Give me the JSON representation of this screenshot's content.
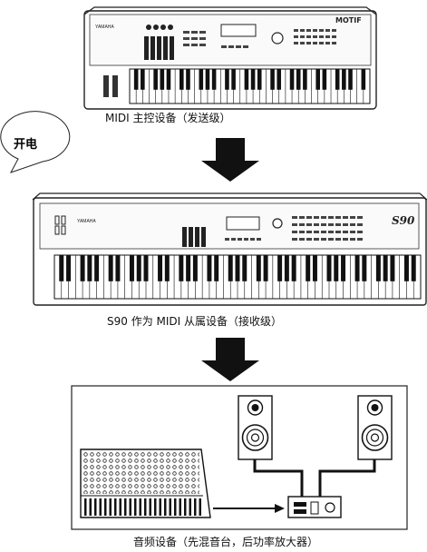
{
  "power_bubble": "开电",
  "master": {
    "brand": "YAMAHA",
    "model_logo": "MOTIF",
    "caption": "MIDI 主控设备（发送级）"
  },
  "slave": {
    "brand": "YAMAHA",
    "model_logo": "S90",
    "caption": "S90 作为 MIDI 从属设备（接收级）"
  },
  "audio": {
    "caption": "音频设备（先混音台，后功率放大器）"
  }
}
